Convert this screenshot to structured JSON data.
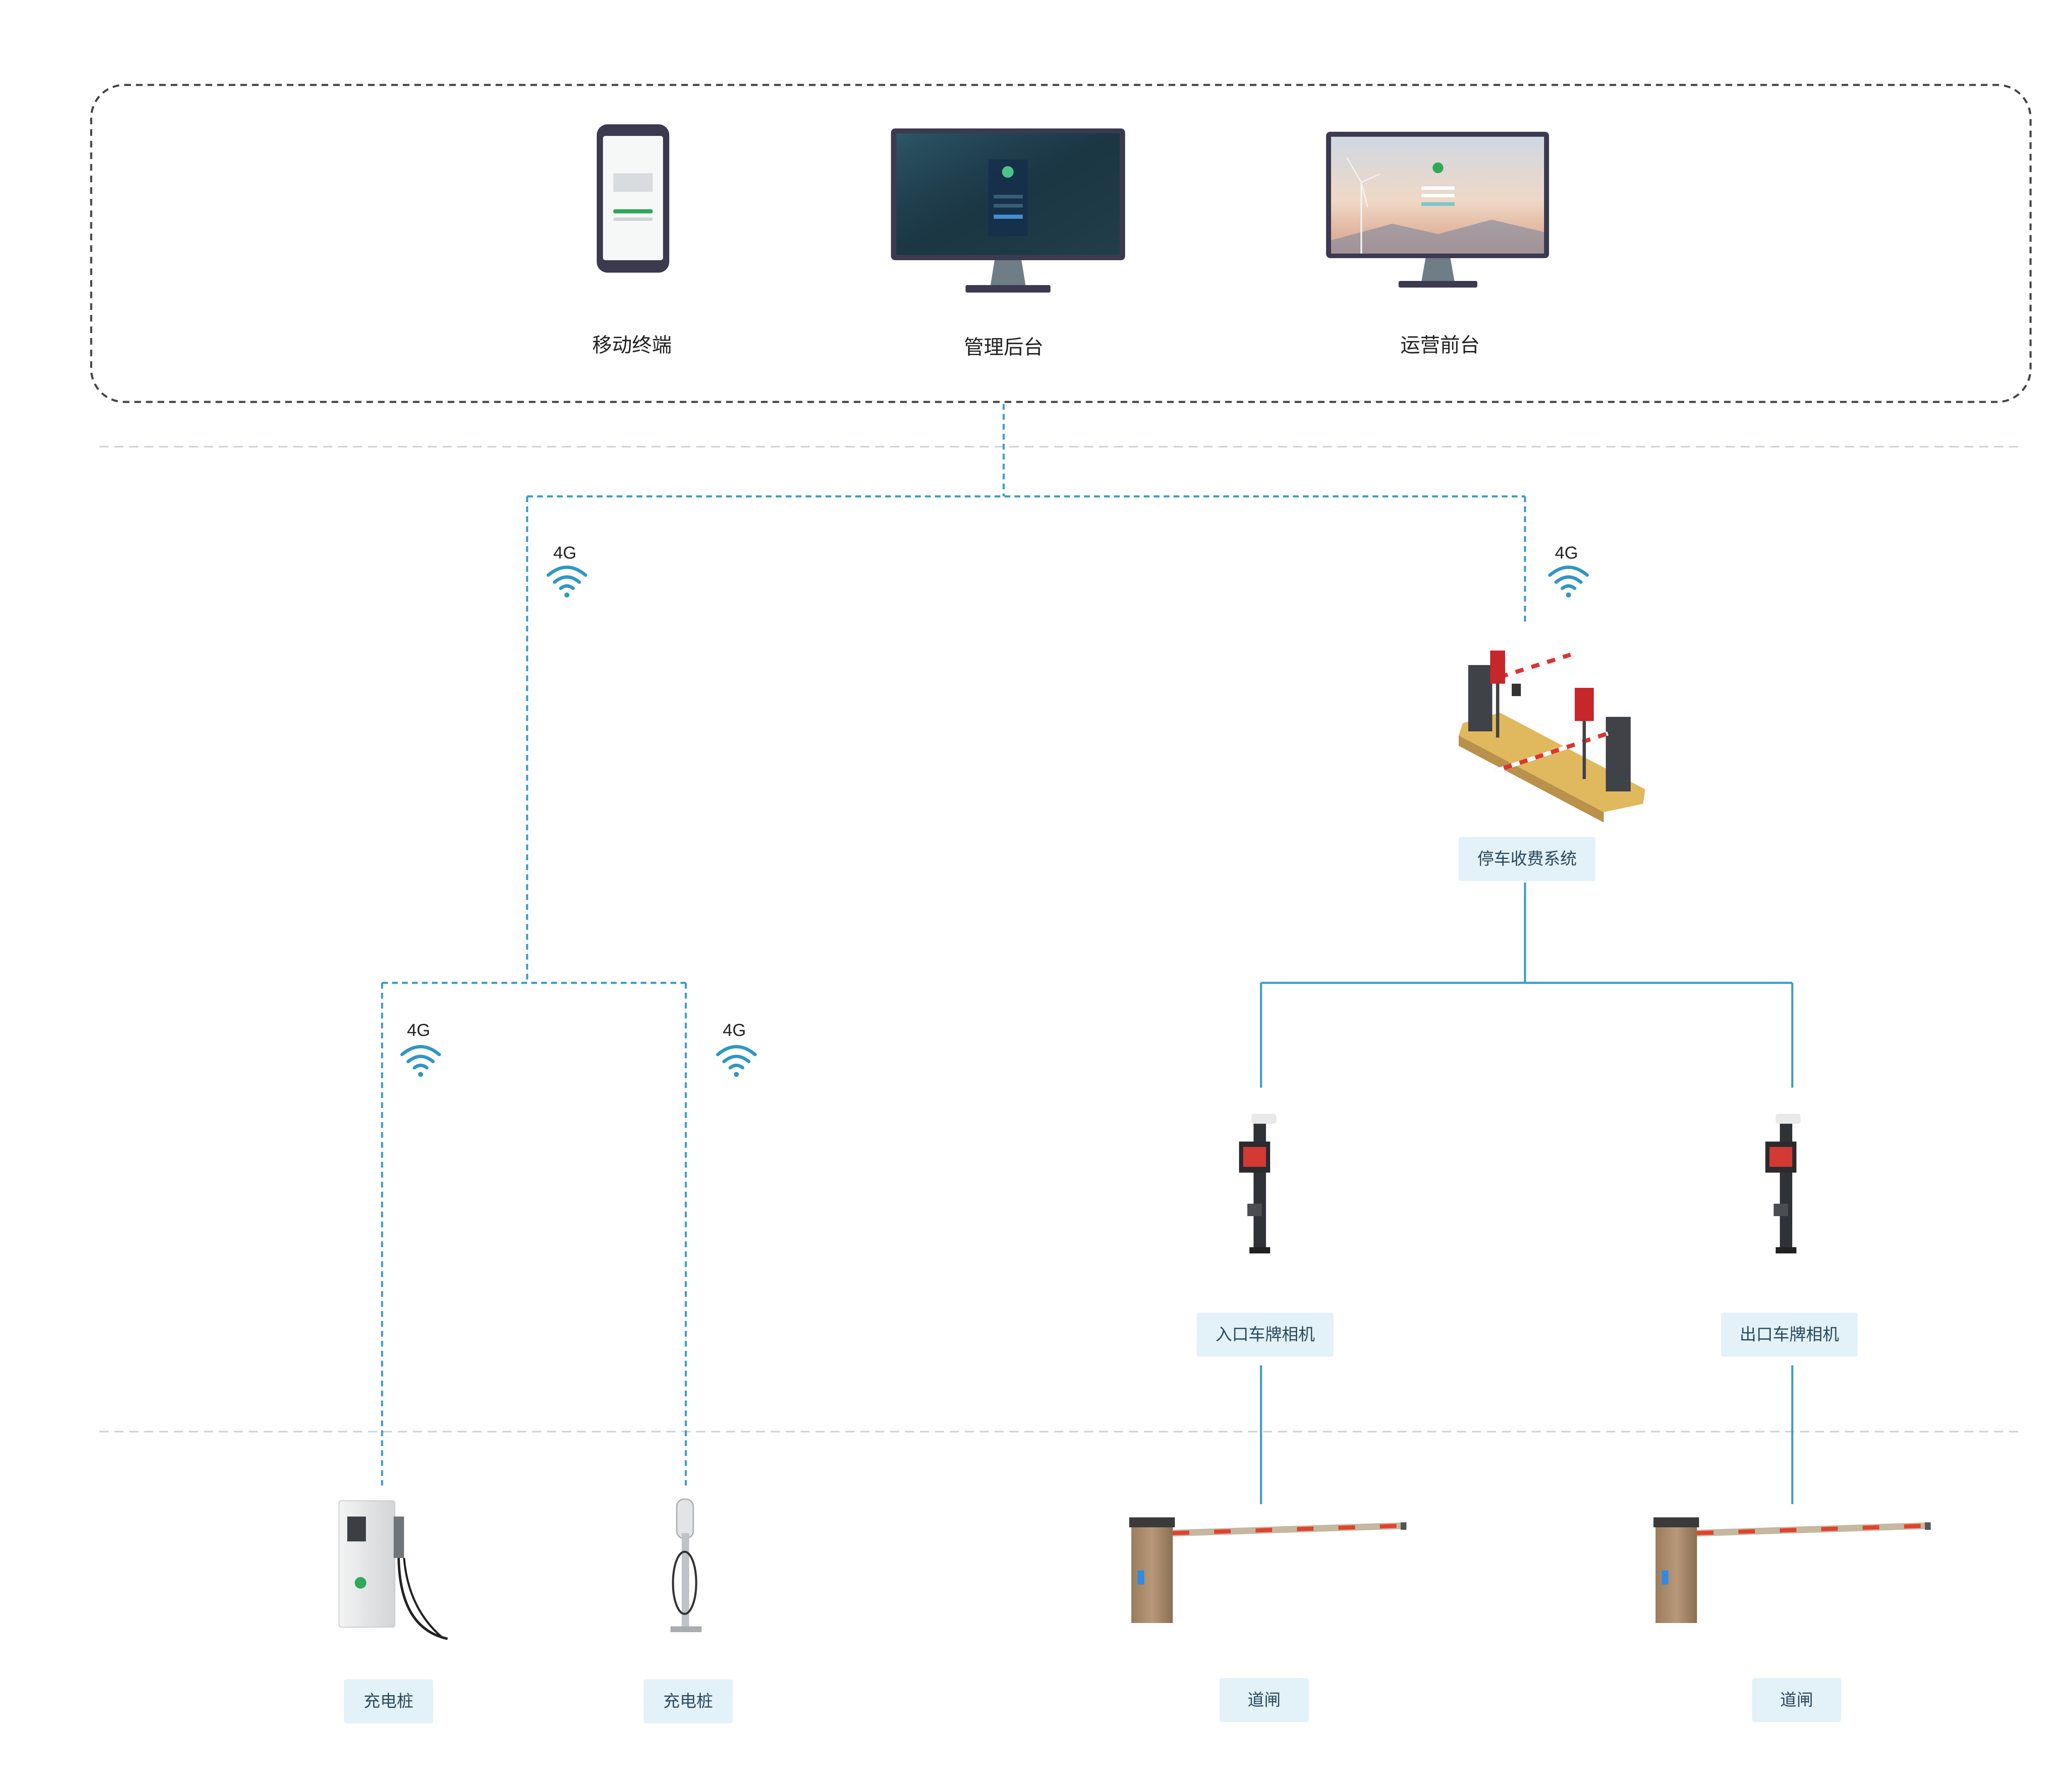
{
  "terminals": {
    "mobile": "移动终端",
    "admin": "管理后台",
    "portal": "运营前台"
  },
  "signals": {
    "left_main": "4G",
    "right_main": "4G",
    "charger_1": "4G",
    "charger_2": "4G"
  },
  "nodes": {
    "parking_system": "停车收费系统",
    "entry_camera": "入口车牌相机",
    "exit_camera": "出口车牌相机",
    "charger_dc": "充电桩",
    "charger_ac": "充电桩",
    "barrier_entry": "道闸",
    "barrier_exit": "道闸"
  },
  "colors": {
    "link": "#3a9cc4",
    "tag_bg": "#e3f1f8",
    "tag_text": "#2b4a5e",
    "frame": "#444444",
    "divider": "#cfd6dc"
  }
}
